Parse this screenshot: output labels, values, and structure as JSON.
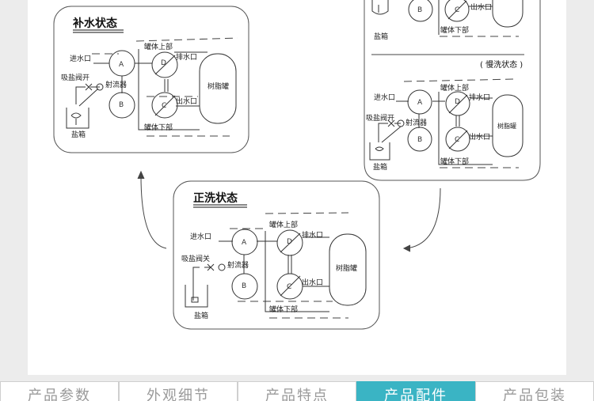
{
  "panels": {
    "refill": {
      "title": "补水状态",
      "labels": {
        "inlet": "进水口",
        "salt_valve": "吸盐阀开",
        "ejector": "射流器",
        "tank_top": "罐体上部",
        "drain": "排水口",
        "outlet": "出水口",
        "tank_bottom": "罐体下部",
        "resin_tank": "树脂罐",
        "brine_box": "盐箱"
      }
    },
    "slow_wash": {
      "title": "( 慢洗状态 )",
      "labels": {
        "inlet": "进水口",
        "salt_valve": "吸盐阀开",
        "ejector": "射流器",
        "tank_top": "罐体上部",
        "drain": "排水口",
        "outlet": "出水口",
        "tank_bottom": "罐体下部",
        "resin_tank": "树脂罐",
        "brine_box": "盐箱"
      },
      "top_fragment": {
        "outlet": "出水口",
        "tank_bottom": "罐体下部",
        "brine_box": "盐箱"
      }
    },
    "forward_wash": {
      "title": "正洗状态",
      "labels": {
        "inlet": "进水口",
        "salt_valve": "吸盐阀关",
        "ejector": "射流器",
        "tank_top": "罐体上部",
        "drain": "排水口",
        "outlet": "出水口",
        "tank_bottom": "罐体下部",
        "resin_tank": "树脂罐",
        "brine_box": "盐箱"
      }
    }
  },
  "valves": {
    "a": "A",
    "b": "B",
    "c": "C",
    "d": "D"
  },
  "tabs": [
    "产品参数",
    "外观细节",
    "产品特点",
    "产品配件",
    "产品包装"
  ],
  "active_tab": 3,
  "colors": {
    "line": "#333333",
    "accent": "#3ab4c4",
    "card": "#ffffff"
  }
}
